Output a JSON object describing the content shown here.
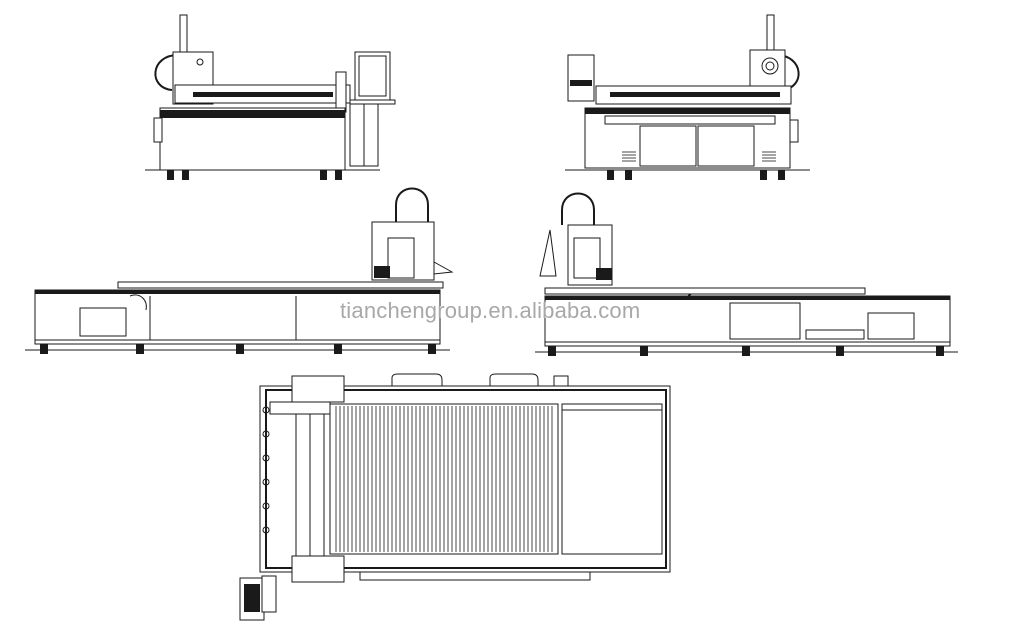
{
  "watermark": {
    "text": "tianchengroup.en.alibaba.com",
    "color": "#a8a8a8"
  },
  "views": [
    {
      "id": "front",
      "icon": "front-elevation"
    },
    {
      "id": "rear",
      "icon": "rear-elevation"
    },
    {
      "id": "left-side",
      "icon": "side-elevation"
    },
    {
      "id": "right-side",
      "icon": "side-elevation"
    },
    {
      "id": "top",
      "icon": "plan-view"
    }
  ],
  "line_color": "#1a1a1a"
}
